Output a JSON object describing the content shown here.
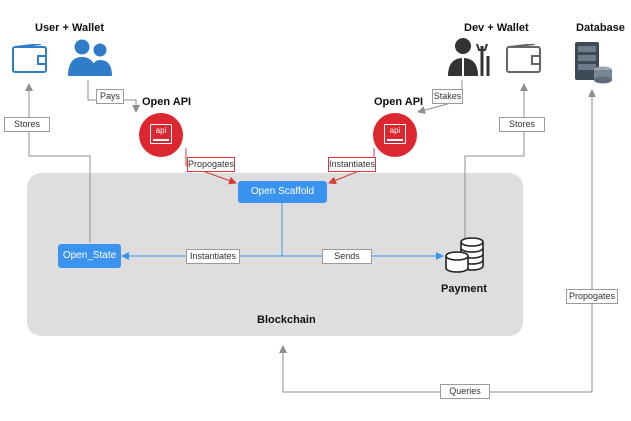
{
  "labels": {
    "user_wallet": "User + Wallet",
    "dev_wallet": "Dev + Wallet",
    "database": "Database",
    "open_api_left": "Open API",
    "open_api_right": "Open API",
    "blockchain": "Blockchain",
    "payment": "Payment"
  },
  "nodes": {
    "open_scaffold": "Open Scaffold",
    "open_state": "Open_State"
  },
  "edges": {
    "stores_left": "Stores",
    "pays": "Pays",
    "propogates_api": "Propogates",
    "stakes": "Stakes",
    "stores_right": "Stores",
    "instantiates_api": "Instantiates",
    "instantiates_state": "Instantiates",
    "sends": "Sends",
    "propogates_db": "Propogates",
    "queries": "Queries"
  },
  "api_icon_text": "api",
  "icons": [
    "wallet-icon",
    "users-icon",
    "developer-icon",
    "database-icon",
    "api-icon",
    "coins-icon"
  ],
  "colors": {
    "node_blue": "#3b93f0",
    "api_red": "#dc2630",
    "icon_blue": "#2f7cc9",
    "blockchain_gray": "#dedede",
    "arrow_gray": "#8f8f8f",
    "arrow_red": "#d63a3a"
  }
}
